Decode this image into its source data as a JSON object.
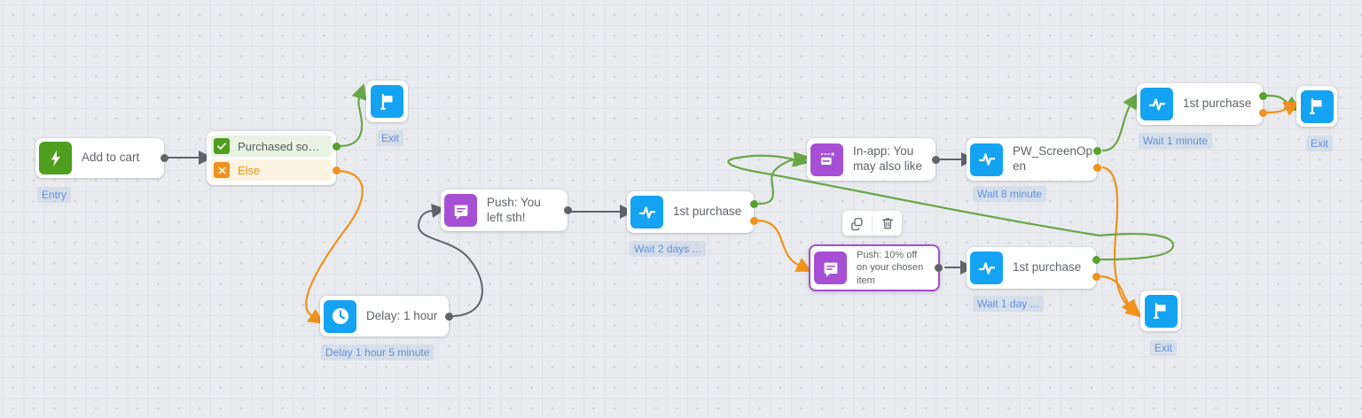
{
  "app": {
    "view": "journey-flow-canvas"
  },
  "colors": {
    "canvas_bg": "#e9ebee",
    "grid_line": "#dee1e6",
    "trigger_green": "#4d9f1d",
    "action_blue": "#14a3f2",
    "message_purple": "#a64fd4",
    "branch_orange": "#f0921e",
    "edge_gray": "#5f6468",
    "edge_green": "#67a747",
    "edge_orange": "#f0921e",
    "selected_border": "#a44ecf",
    "annotation_text": "#6090d8"
  },
  "nodes": {
    "add_to_cart": {
      "label": "Add to cart",
      "annotation": "Entry",
      "icon": "lightning-icon"
    },
    "condition": {
      "branches": [
        {
          "label": "Purchased somet...",
          "icon": "check-icon",
          "color": "green"
        },
        {
          "label": "Else",
          "icon": "x-icon",
          "color": "orange"
        }
      ]
    },
    "exit_top": {
      "annotation": "Exit",
      "icon": "flag-icon"
    },
    "push_left": {
      "label": "Push: You left sth!",
      "icon": "chat-bubble-icon"
    },
    "delay": {
      "label": "Delay: 1 hour",
      "annotation": "Delay 1 hour 5 minute",
      "icon": "clock-icon"
    },
    "purchase_mid": {
      "label": "1st purchase",
      "annotation": "Wait 2 days ...",
      "icon": "pulse-icon"
    },
    "inapp": {
      "label": "In-app: You may also like",
      "icon": "inapp-message-icon"
    },
    "pw_screen_open": {
      "label": "PW_ScreenOpen",
      "annotation": "Wait 8 minute",
      "icon": "pulse-icon"
    },
    "push_selected": {
      "label": "Push: 10% off on your chosen item",
      "icon": "chat-bubble-icon",
      "selected": true
    },
    "purchase_bottom": {
      "label": "1st purchase",
      "annotation": "Wait 1 day ...",
      "icon": "pulse-icon"
    },
    "purchase_top_right": {
      "label": "1st purchase",
      "annotation": "Wait 1 minute",
      "icon": "pulse-icon"
    },
    "exit_top_right": {
      "annotation": "Exit",
      "icon": "flag-icon"
    },
    "exit_bottom_right": {
      "annotation": "Exit",
      "icon": "flag-icon"
    }
  },
  "toolbar": {
    "actions": [
      {
        "name": "duplicate"
      },
      {
        "name": "delete"
      }
    ]
  },
  "edges": [
    {
      "from": "add_to_cart",
      "to": "condition",
      "color": "gray"
    },
    {
      "from": "condition.purchased",
      "to": "exit_top",
      "color": "green"
    },
    {
      "from": "condition.else",
      "to": "delay",
      "color": "orange"
    },
    {
      "from": "delay",
      "to": "push_left",
      "color": "gray"
    },
    {
      "from": "push_left",
      "to": "purchase_mid",
      "color": "gray"
    },
    {
      "from": "purchase_mid.yes",
      "to": "inapp",
      "color": "green"
    },
    {
      "from": "purchase_mid.no",
      "to": "push_selected",
      "color": "orange"
    },
    {
      "from": "inapp",
      "to": "pw_screen_open",
      "color": "gray"
    },
    {
      "from": "pw_screen_open.yes",
      "to": "purchase_top_right",
      "color": "green"
    },
    {
      "from": "pw_screen_open.no",
      "to": "exit_bottom_right",
      "color": "orange"
    },
    {
      "from": "push_selected",
      "to": "purchase_bottom",
      "color": "gray"
    },
    {
      "from": "purchase_bottom.yes",
      "to": "inapp",
      "color": "green"
    },
    {
      "from": "purchase_bottom.no",
      "to": "exit_bottom_right",
      "color": "orange"
    },
    {
      "from": "purchase_top_right.yes",
      "to": "exit_top_right",
      "color": "green"
    },
    {
      "from": "purchase_top_right.no",
      "to": "exit_top_right",
      "color": "orange"
    }
  ]
}
